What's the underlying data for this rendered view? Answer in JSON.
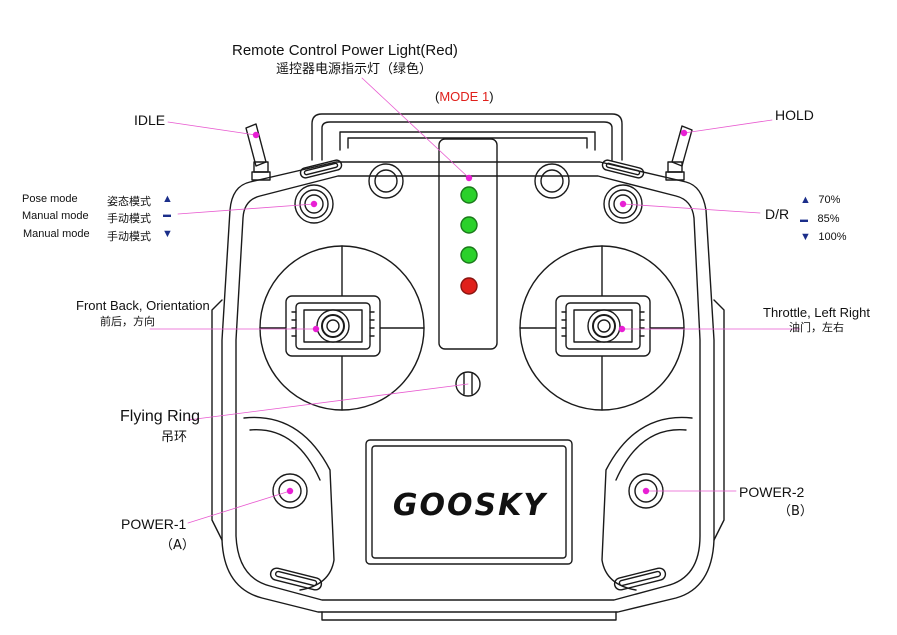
{
  "diagram": {
    "power_light": {
      "title": "Remote Control Power Light(Red)",
      "title_cn": "遥控器电源指示灯（绿色）",
      "mode_open": "(",
      "mode_label": "MODE 1",
      "mode_close": ")"
    },
    "idle": {
      "label": "IDLE"
    },
    "hold": {
      "label": "HOLD"
    },
    "mode_switch": {
      "items": [
        {
          "en": "Pose mode",
          "cn": "姿态模式",
          "symbol": "▲"
        },
        {
          "en": "Manual mode",
          "cn": "手动模式",
          "symbol": "▬"
        },
        {
          "en": "Manual mode",
          "cn": "手动模式",
          "symbol": "▼"
        }
      ]
    },
    "dr_switch": {
      "label": "D/R",
      "items": [
        {
          "symbol": "▲",
          "value": "70%"
        },
        {
          "symbol": "▬",
          "value": "85%"
        },
        {
          "symbol": "▼",
          "value": "100%"
        }
      ]
    },
    "left_stick": {
      "en": "Front Back, Orientation",
      "cn": "前后，方向"
    },
    "right_stick": {
      "en": "Throttle, Left Right",
      "cn": "油门，左右"
    },
    "flying_ring": {
      "en": "Flying Ring",
      "cn": "吊环"
    },
    "power1": {
      "label": "POWER-1",
      "sub": "（A）"
    },
    "power2": {
      "label": "POWER-2",
      "sub": "（B）"
    },
    "brand": {
      "logo": "GOOSKY"
    },
    "colors": {
      "marker": "#e81fd4",
      "led_green": "#2bd12b",
      "led_red": "#e0201b",
      "mode_text": "#e0201b",
      "leader": "#e85ad0"
    }
  }
}
